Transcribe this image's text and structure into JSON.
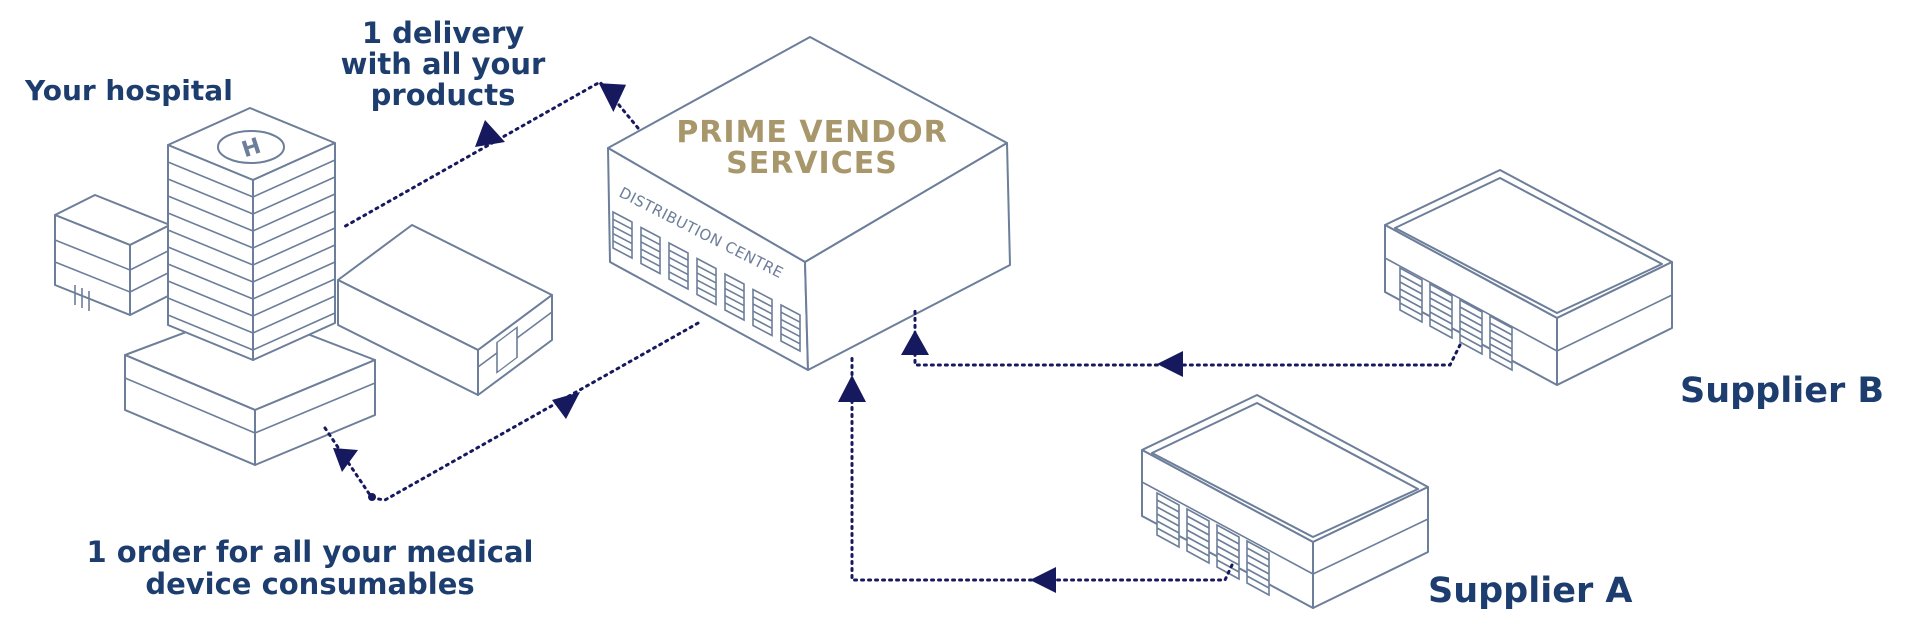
{
  "hospital": {
    "title": "Your hospital",
    "helipad_letter": "H"
  },
  "delivery_note": {
    "line1": "1 delivery",
    "line2": "with all your",
    "line3": "products"
  },
  "order_note": {
    "line1": "1 order for all your medical",
    "line2": "device consumables"
  },
  "prime_vendor": {
    "line1": "PRIME VENDOR",
    "line2": "SERVICES",
    "building_sign": "DISTRIBUTION CENTRE"
  },
  "suppliers": {
    "a": "Supplier A",
    "b": "Supplier B"
  },
  "colors": {
    "label": "#1c3d6e",
    "accent_gold": "#a8976b",
    "flow": "#16195e",
    "outline": "#6c7e99"
  },
  "icons": {
    "hospital": "hospital-building-icon",
    "distribution_centre": "warehouse-icon",
    "supplier": "warehouse-icon",
    "flow_arrow": "triangle-arrow-icon"
  }
}
